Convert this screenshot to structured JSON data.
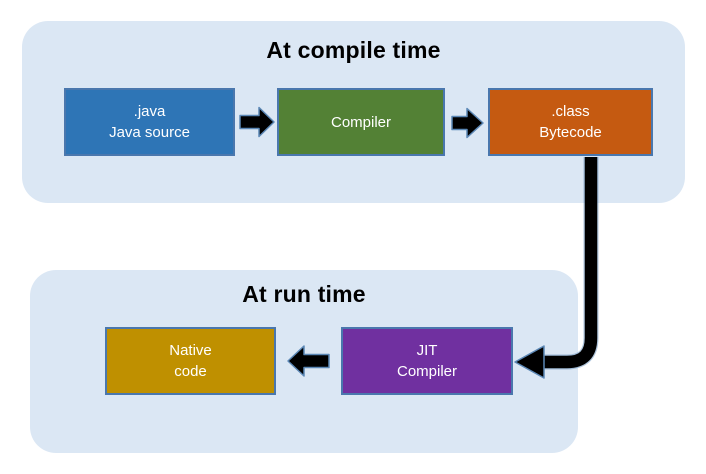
{
  "panels": {
    "compile": {
      "title": "At compile time",
      "background": "#dbe7f4",
      "boxes": [
        {
          "name": "java-source",
          "line1": ".java",
          "line2": "Java source",
          "fill": "#2e75b6",
          "text_color": "#ffffff"
        },
        {
          "name": "compiler",
          "line1": "Compiler",
          "fill": "#538135",
          "text_color": "#ffffff"
        },
        {
          "name": "class-bytecode",
          "line1": ".class",
          "line2": "Bytecode",
          "fill": "#c55a11",
          "text_color": "#ffffff"
        }
      ]
    },
    "runtime": {
      "title": "At run time",
      "background": "#dbe7f4",
      "boxes": [
        {
          "name": "native-code",
          "line1": "Native",
          "line2": "code",
          "fill": "#bf9000",
          "text_color": "#ffffff"
        },
        {
          "name": "jit-compiler",
          "line1": "JIT",
          "line2": "Compiler",
          "fill": "#7030a0",
          "text_color": "#ffffff"
        }
      ]
    }
  },
  "arrows": [
    {
      "name": "java-to-compiler",
      "direction": "right",
      "color": "#000000"
    },
    {
      "name": "compiler-to-class",
      "direction": "right",
      "color": "#000000"
    },
    {
      "name": "class-to-jit",
      "direction": "down-then-left",
      "color": "#000000"
    },
    {
      "name": "jit-to-native",
      "direction": "left",
      "color": "#000000"
    }
  ],
  "colors": {
    "page_background": "#ffffff",
    "panel_background": "#dbe7f4",
    "box_border": "#4a77ad",
    "title_text": "#000000",
    "arrow_fill": "#000000",
    "arrow_outline": "#5b87b5"
  }
}
